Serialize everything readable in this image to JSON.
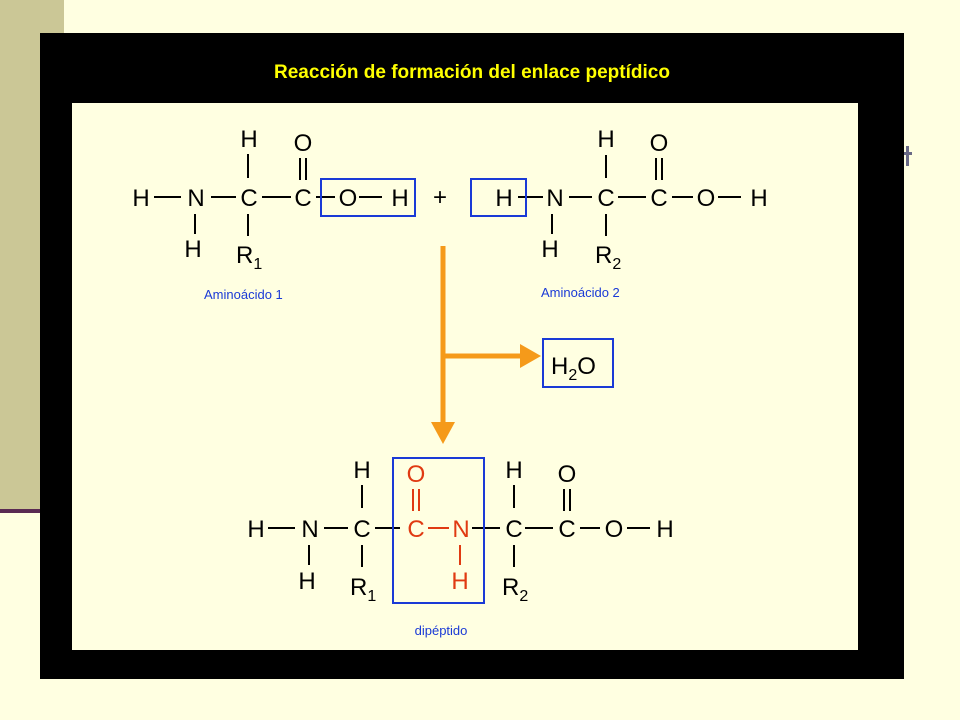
{
  "title": "Reacción de formación del enlace peptídico",
  "atoms": {
    "H": "H",
    "N": "N",
    "C": "C",
    "O": "O",
    "R": "R",
    "sub1": "1",
    "sub2": "2",
    "plus": "+",
    "water_H": "H",
    "water_sub": "2",
    "water_O": "O"
  },
  "captions": {
    "amino1": "Aminoácido 1",
    "amino2": "Aminoácido 2",
    "dipeptide": "dipéptido"
  },
  "colors": {
    "frame": "#000000",
    "title": "#ffff00",
    "panel": "#ffffe1",
    "box": "#1a3ad6",
    "arrow": "#f59a1a",
    "peptide_bond": "#e03a12",
    "text": "#000000"
  }
}
